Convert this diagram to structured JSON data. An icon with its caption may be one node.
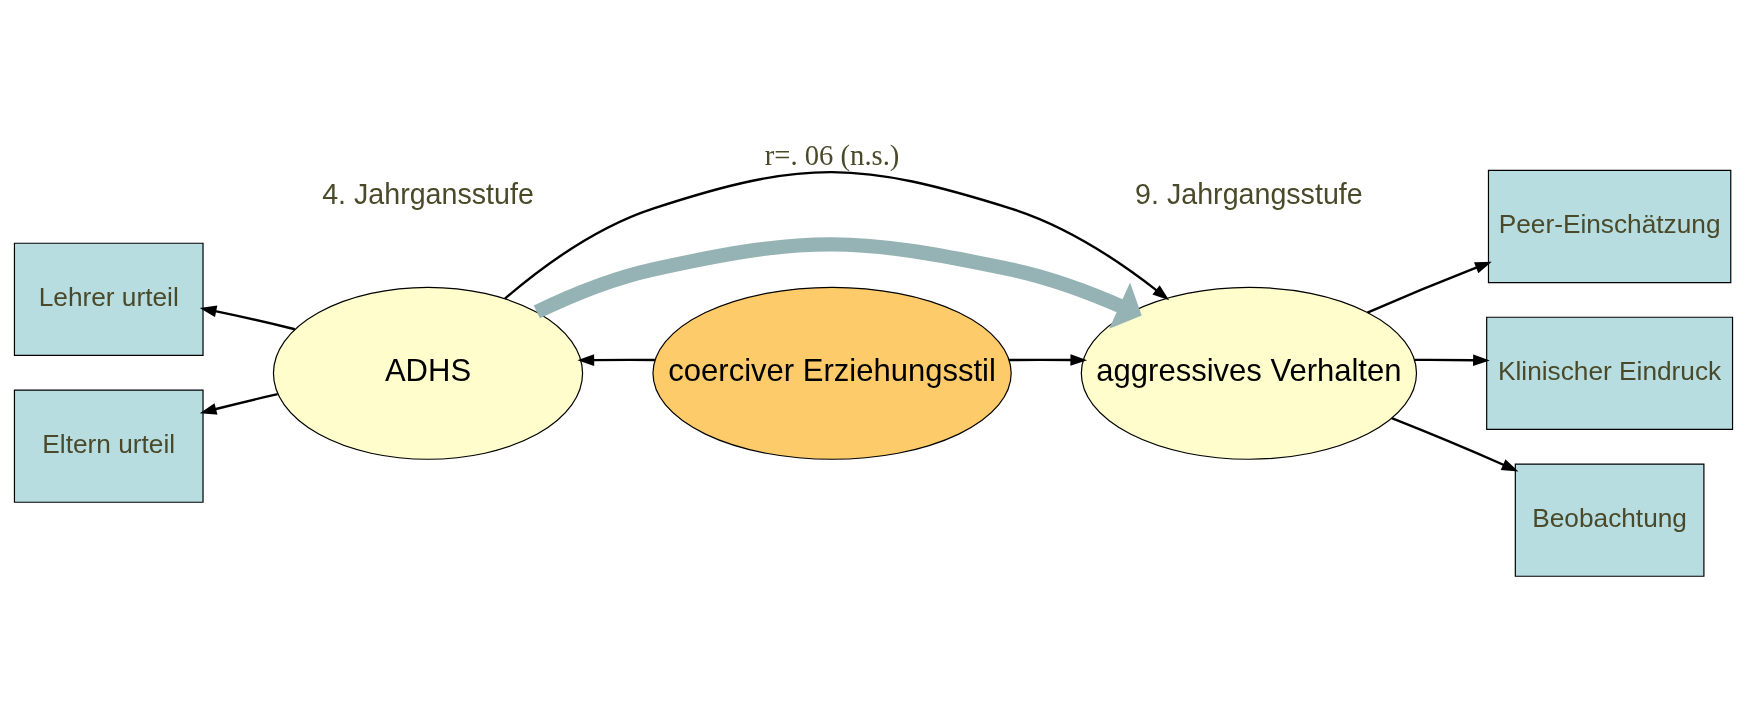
{
  "diagram": {
    "nodes": [
      {
        "text": [
          "Lehrer urteil"
        ]
      },
      {
        "text": [
          "Eltern urteil"
        ]
      },
      {
        "text": [
          "ADHS"
        ]
      },
      {
        "text": [
          "aggressives Verhalten"
        ]
      },
      {
        "text": [
          "Peer-Einschätzung"
        ]
      },
      {
        "text": [
          "Klinischer Eindruck"
        ]
      },
      {
        "text": [
          "Beobachtung"
        ]
      },
      {
        "text": [
          "coerciver Erziehungsstil"
        ]
      }
    ],
    "edges": [
      {
        "from": 2,
        "to": 0,
        "arrow": "to"
      },
      {
        "from": 2,
        "to": 1,
        "arrow": "to"
      },
      {
        "from": 2,
        "to": 3,
        "arrow": "to",
        "label": "r=. 06 (n.s.)"
      },
      {
        "from": 3,
        "to": 4,
        "arrow": "to"
      },
      {
        "from": 3,
        "to": 5,
        "arrow": "to"
      },
      {
        "from": 3,
        "to": 6,
        "arrow": "to"
      },
      {
        "from": 7,
        "to": 2,
        "arrow": "to"
      },
      {
        "from": 7,
        "to": 3,
        "arrow": "to"
      },
      {
        "from": 2,
        "to": 3,
        "arrow": "to",
        "style": "thick",
        "color": "#95b3b5"
      }
    ],
    "labels": [
      "4. Jahrgansstufe",
      "9. Jahrgangsstufe"
    ]
  }
}
